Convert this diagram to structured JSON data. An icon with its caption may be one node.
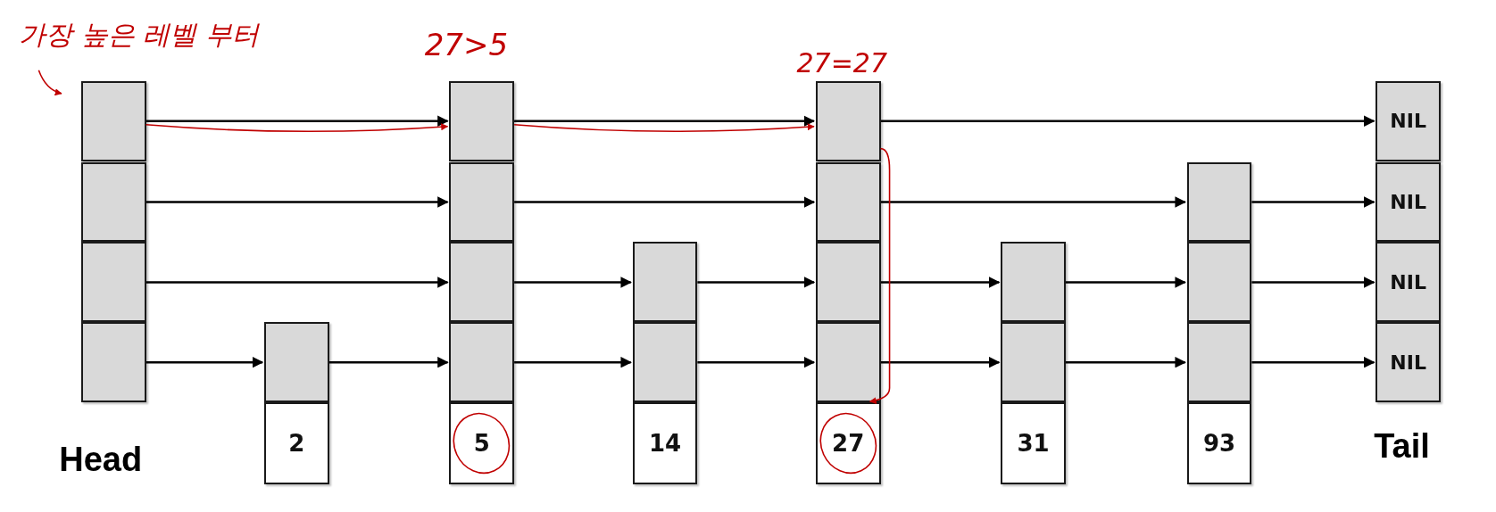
{
  "diagram": {
    "nodes": [
      {
        "text": [],
        "shape": "box"
      },
      {
        "text": [],
        "shape": "box"
      },
      {
        "text": [],
        "shape": "box"
      },
      {
        "text": [],
        "shape": "box",
        "beside": [
          "Head"
        ]
      },
      {
        "text": [],
        "shape": "box"
      },
      {
        "text": [
          "2"
        ]
      },
      {
        "text": [],
        "shape": "box",
        "beside": [
          "27>5"
        ]
      },
      {
        "text": [],
        "shape": "box"
      },
      {
        "text": [],
        "shape": "box"
      },
      {
        "text": [],
        "shape": "box"
      },
      {
        "text": [
          "5"
        ]
      },
      {
        "text": [],
        "shape": "box"
      },
      {
        "text": [],
        "shape": "box"
      },
      {
        "text": [
          "14"
        ]
      },
      {
        "text": [],
        "shape": "box",
        "beside": [
          "27=27"
        ]
      },
      {
        "text": [],
        "shape": "box"
      },
      {
        "text": [],
        "shape": "box"
      },
      {
        "text": [],
        "shape": "box"
      },
      {
        "text": [
          "27"
        ]
      },
      {
        "text": [],
        "shape": "box"
      },
      {
        "text": [],
        "shape": "box"
      },
      {
        "text": [
          "31"
        ]
      },
      {
        "text": [],
        "shape": "box"
      },
      {
        "text": [],
        "shape": "box"
      },
      {
        "text": [],
        "shape": "box"
      },
      {
        "text": [
          "93"
        ]
      },
      {
        "text": [
          "NIL"
        ]
      },
      {
        "text": [
          "NIL"
        ]
      },
      {
        "text": [
          "NIL"
        ]
      },
      {
        "text": [
          "NIL"
        ],
        "beside": [
          "Tail"
        ]
      },
      {
        "text": [
          "가장 높은 레벨 부터"
        ]
      }
    ],
    "edges": [
      {
        "from": 0,
        "to": 6,
        "arrow": "to"
      },
      {
        "from": 6,
        "to": 14,
        "arrow": "to"
      },
      {
        "from": 14,
        "to": 26,
        "arrow": "to"
      },
      {
        "from": 1,
        "to": 7,
        "arrow": "to"
      },
      {
        "from": 7,
        "to": 15,
        "arrow": "to"
      },
      {
        "from": 15,
        "to": 22,
        "arrow": "to"
      },
      {
        "from": 22,
        "to": 27,
        "arrow": "to"
      },
      {
        "from": 2,
        "to": 8,
        "arrow": "to"
      },
      {
        "from": 8,
        "to": 11,
        "arrow": "to"
      },
      {
        "from": 11,
        "to": 16,
        "arrow": "to"
      },
      {
        "from": 16,
        "to": 19,
        "arrow": "to"
      },
      {
        "from": 19,
        "to": 23,
        "arrow": "to"
      },
      {
        "from": 23,
        "to": 28,
        "arrow": "to"
      },
      {
        "from": 3,
        "to": 4,
        "arrow": "to"
      },
      {
        "from": 4,
        "to": 9,
        "arrow": "to"
      },
      {
        "from": 9,
        "to": 12,
        "arrow": "to"
      },
      {
        "from": 12,
        "to": 17,
        "arrow": "to"
      },
      {
        "from": 17,
        "to": 20,
        "arrow": "to"
      },
      {
        "from": 20,
        "to": 24,
        "arrow": "to"
      },
      {
        "from": 24,
        "to": 29,
        "arrow": "to"
      },
      {
        "from": 30,
        "to": 0,
        "arrow": "to",
        "color": "#c00000"
      },
      {
        "from": 0,
        "to": 6,
        "arrow": "to",
        "color": "#c00000"
      },
      {
        "from": 6,
        "to": 14,
        "arrow": "to",
        "color": "#c00000"
      },
      {
        "from": 14,
        "to": 18,
        "arrow": "to",
        "color": "#c00000"
      }
    ]
  }
}
